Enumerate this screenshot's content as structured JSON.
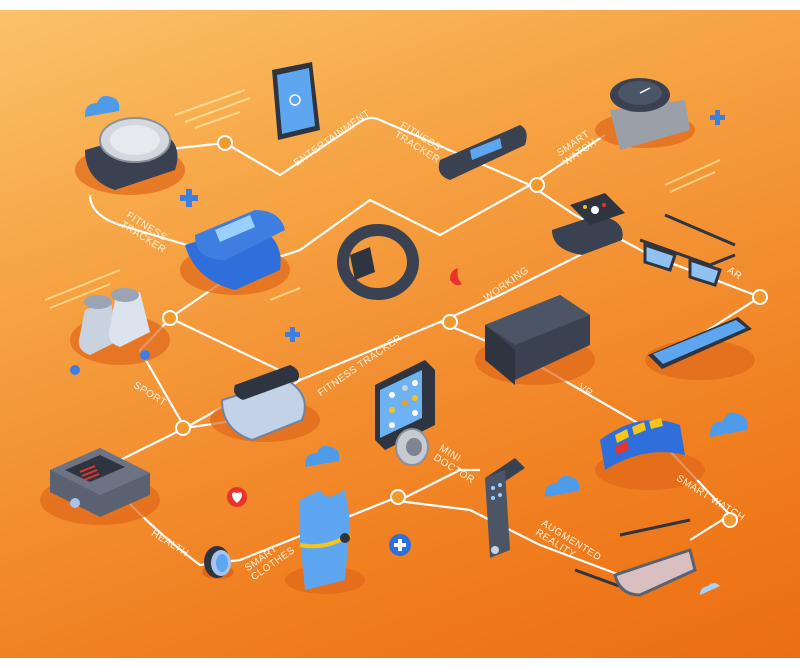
{
  "diagram": {
    "title": "Wearable technology isometric flowchart",
    "colors": {
      "background_top": "#fbc26a",
      "background_bottom": "#ec6e12",
      "connector": "#ffffff",
      "device_dark": "#3a4150",
      "device_blue": "#3d7fe0",
      "screen_blue": "#6fb2f2",
      "accent_red": "#e8342b"
    },
    "labels": [
      {
        "id": "entertainment",
        "text": "ENTERTAINMENT"
      },
      {
        "id": "fitness_tracker_top",
        "text": "FITNESS\nTRACKER"
      },
      {
        "id": "smart_watch_top",
        "text": "SMART\nWATCH"
      },
      {
        "id": "fitness_tracker_left",
        "text": "FITNESS\nTRACKER"
      },
      {
        "id": "working",
        "text": "WORKING"
      },
      {
        "id": "ar",
        "text": "AR"
      },
      {
        "id": "fitness_tracker_mid",
        "text": "FITNESS TRACKER"
      },
      {
        "id": "sport",
        "text": "SPORT"
      },
      {
        "id": "mini_doctor",
        "text": "MINI\nDOCTOR"
      },
      {
        "id": "vr",
        "text": "VR"
      },
      {
        "id": "smart_watch_right",
        "text": "SMART WATCH"
      },
      {
        "id": "augmented_reality",
        "text": "AUGMENTED\nREALITY"
      },
      {
        "id": "health",
        "text": "HEALTH"
      },
      {
        "id": "smart_clothes",
        "text": "SMART\nCLOTHES"
      }
    ],
    "devices": [
      {
        "id": "smartwatch-round-topleft",
        "icon": "smartwatch-icon"
      },
      {
        "id": "tablet-entertainment",
        "icon": "tablet-icon"
      },
      {
        "id": "fitness-band-top",
        "icon": "fitness-band-icon"
      },
      {
        "id": "smartwatch-metal-topright",
        "icon": "smartwatch-icon"
      },
      {
        "id": "blue-fitness-tracker",
        "icon": "fitness-band-icon"
      },
      {
        "id": "smart-ring-bracelet",
        "icon": "bracelet-icon"
      },
      {
        "id": "smartwatch-square",
        "icon": "smartwatch-icon"
      },
      {
        "id": "smart-glasses-ar",
        "icon": "glasses-icon"
      },
      {
        "id": "smart-shoes",
        "icon": "shoes-icon"
      },
      {
        "id": "vr-headset",
        "icon": "vr-headset-icon"
      },
      {
        "id": "phone-remote",
        "icon": "smartphone-icon"
      },
      {
        "id": "fitness-band-mid",
        "icon": "fitness-band-icon"
      },
      {
        "id": "mini-doctor-device",
        "icon": "medical-device-icon"
      },
      {
        "id": "flexible-smartwatch",
        "icon": "smartwatch-icon"
      },
      {
        "id": "pulse-oximeter",
        "icon": "pulse-oximeter-icon"
      },
      {
        "id": "smart-ring",
        "icon": "ring-icon"
      },
      {
        "id": "smart-shirt",
        "icon": "shirt-icon"
      },
      {
        "id": "wrist-remote",
        "icon": "wrist-remote-icon"
      },
      {
        "id": "smart-glasses-bottom",
        "icon": "glasses-icon"
      }
    ]
  }
}
